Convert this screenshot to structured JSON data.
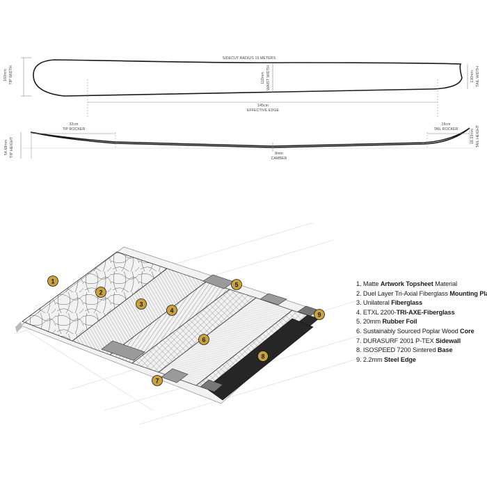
{
  "dimensions": {
    "sidecut": "SIDECUT RADIUS 15 METERS",
    "tip_width_value": "160mm",
    "tip_width_label": "TIP WIDTH",
    "waist_width_value": "110mm",
    "waist_width_label": "WAIST WIDTH",
    "tail_width_value": "130mm",
    "tail_width_label": "TAIL WIDTH",
    "effective_edge_value": "145cm",
    "effective_edge_label": "EFFECTIVE EDGE",
    "tip_rocker_value": "32cm",
    "tip_rocker_label": "TIP ROCKER",
    "tail_rocker_value": "15cm",
    "tail_rocker_label": "TAIL ROCKER",
    "tip_height_value": "54.68mm",
    "tip_height_label": "TIP HEIGHT",
    "tail_height_value": "18.33mm",
    "tail_height_label": "TAIL HEIGHT",
    "camber_value": "8mm",
    "camber_label": "CAMBER"
  },
  "badges": [
    "1",
    "2",
    "3",
    "4",
    "5",
    "6",
    "7",
    "8",
    "9"
  ],
  "layers": [
    {
      "pre": "1. Matte ",
      "bold": "Artwork Topsheet",
      "post": " Material"
    },
    {
      "pre": "2. Duel Layer Tri-Axial Fiberglass ",
      "bold": "Mounting Plate",
      "post": ""
    },
    {
      "pre": "3. Unilateral ",
      "bold": "Fiberglass",
      "post": ""
    },
    {
      "pre": "4. ETXL 2200-",
      "bold": "TRI-AXE-Fiberglass",
      "post": ""
    },
    {
      "pre": "5. 20mm ",
      "bold": "Rubber Foil",
      "post": ""
    },
    {
      "pre": "6. Sustainably Sourced Poplar Wood ",
      "bold": "Core",
      "post": ""
    },
    {
      "pre": "7. DURASURF 2001 P-TEX ",
      "bold": "Sidewall",
      "post": ""
    },
    {
      "pre": "8. ISOSPEED 7200 Sintered ",
      "bold": "Base",
      "post": ""
    },
    {
      "pre": "9. 2.2mm ",
      "bold": "Steel Edge",
      "post": ""
    }
  ],
  "colors": {
    "badge": "#c9a23c",
    "base": "#2a2a2a",
    "outline": "#1a1a1a",
    "dim_line": "#888888"
  }
}
